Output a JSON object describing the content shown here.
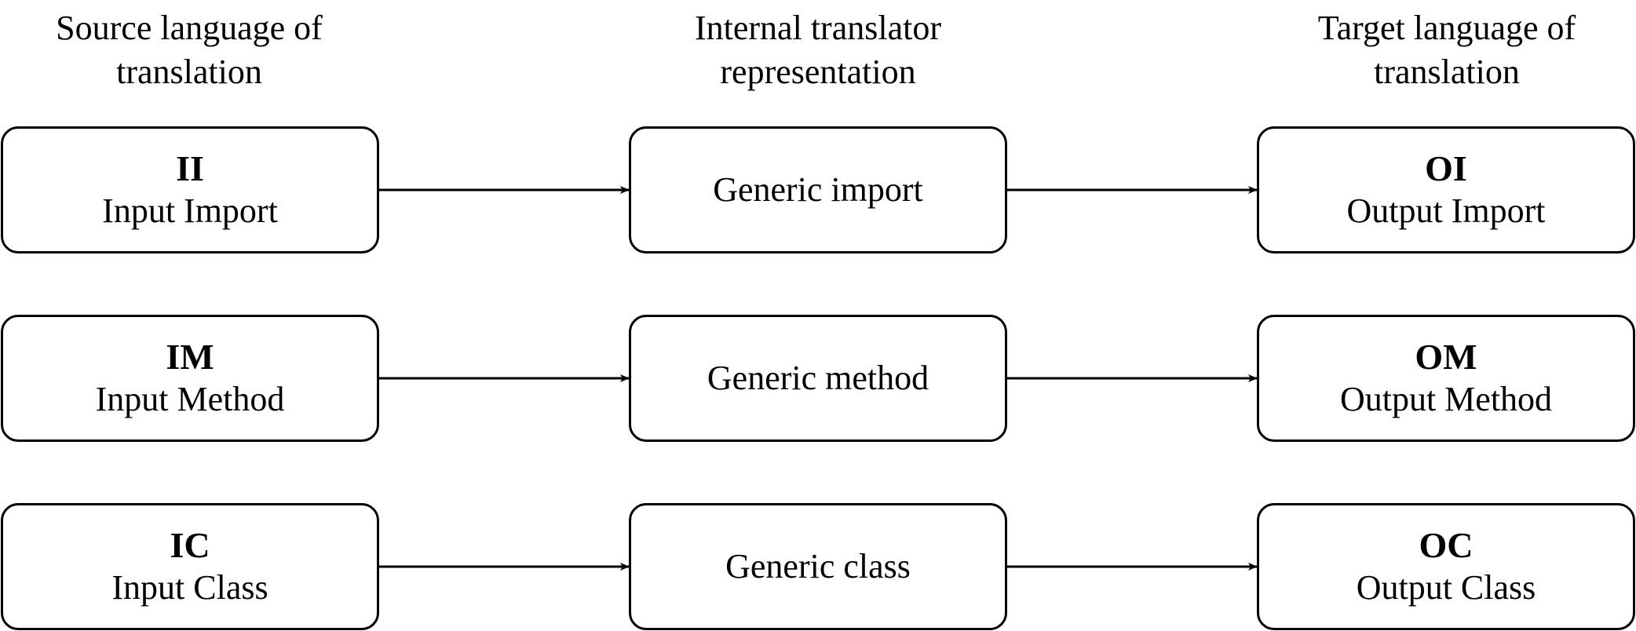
{
  "columns": {
    "source": {
      "header": "Source language of\ntranslation"
    },
    "internal": {
      "header": "Internal translator\nrepresentation"
    },
    "target": {
      "header": "Target language of\ntranslation"
    }
  },
  "rows": [
    {
      "input": {
        "code": "II",
        "label": "Input Import"
      },
      "generic": {
        "label": "Generic import"
      },
      "output": {
        "code": "OI",
        "label": "Output Import"
      }
    },
    {
      "input": {
        "code": "IM",
        "label": "Input Method"
      },
      "generic": {
        "label": "Generic method"
      },
      "output": {
        "code": "OM",
        "label": "Output Method"
      }
    },
    {
      "input": {
        "code": "IC",
        "label": "Input Class"
      },
      "generic": {
        "label": "Generic class"
      },
      "output": {
        "code": "OC",
        "label": "Output Class"
      }
    }
  ],
  "edges": [
    {
      "from": "II",
      "to": "Generic import"
    },
    {
      "from": "Generic import",
      "to": "OI"
    },
    {
      "from": "IM",
      "to": "Generic method"
    },
    {
      "from": "Generic method",
      "to": "OM"
    },
    {
      "from": "IC",
      "to": "Generic class"
    },
    {
      "from": "Generic class",
      "to": "OC"
    }
  ]
}
